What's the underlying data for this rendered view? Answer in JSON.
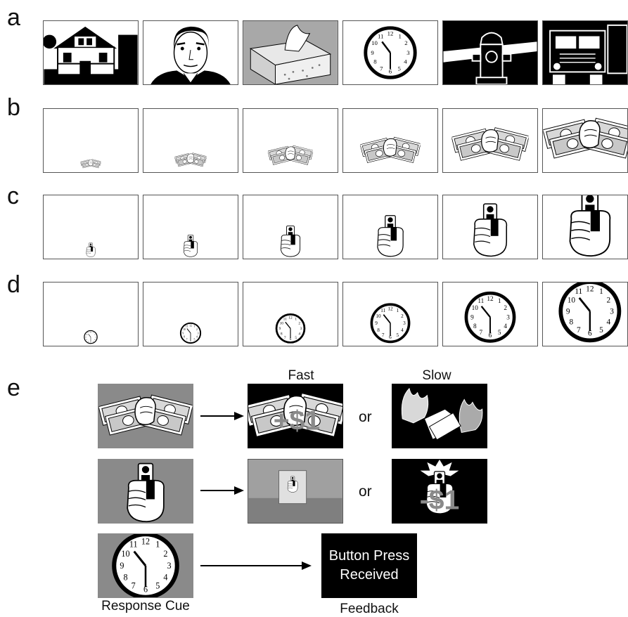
{
  "panels": {
    "a": "a",
    "b": "b",
    "c": "c",
    "d": "d",
    "e": "e"
  },
  "row_a": {
    "items": [
      "house",
      "face",
      "tissue-box",
      "clock",
      "fire-hydrant",
      "truck"
    ]
  },
  "row_b": {
    "stimulus": "money",
    "growth": [
      0.22,
      0.34,
      0.48,
      0.64,
      0.82,
      1.0
    ]
  },
  "row_c": {
    "stimulus": "gun",
    "growth": [
      0.22,
      0.34,
      0.48,
      0.64,
      0.82,
      1.0
    ]
  },
  "row_d": {
    "stimulus": "clock",
    "growth": [
      0.22,
      0.34,
      0.48,
      0.64,
      0.82,
      1.0
    ]
  },
  "panel_e": {
    "fast_label": "Fast",
    "slow_label": "Slow",
    "or_label": "or",
    "reward_win": "+$1",
    "loss_label": "-$1",
    "feedback_line1": "Button Press",
    "feedback_line2": "Received",
    "response_cue_label": "Response Cue",
    "feedback_label": "Feedback"
  },
  "colors": {
    "frame_border": "#555555",
    "gray_bg": "#8a8a8a",
    "black": "#000000"
  }
}
